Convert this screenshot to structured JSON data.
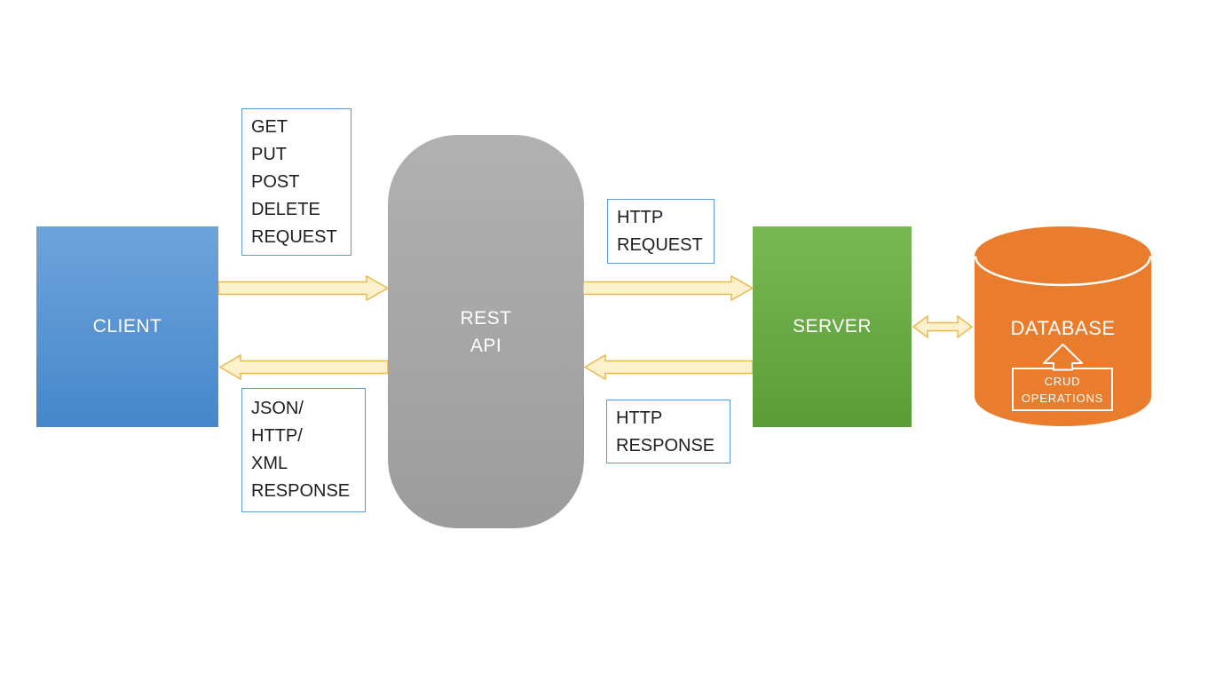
{
  "diagram": {
    "type": "rest-api-architecture-flow",
    "nodes": {
      "client": {
        "label": "CLIENT",
        "shape": "rectangle",
        "fill_top": "#6FA3DB",
        "fill_bottom": "#4587CB"
      },
      "rest_api": {
        "lines": [
          "REST",
          "API"
        ],
        "shape": "rounded-rectangle",
        "fill_top": "#B1B1B1",
        "fill_bottom": "#9C9C9C"
      },
      "server": {
        "label": "SERVER",
        "shape": "rectangle",
        "fill_top": "#79B854",
        "fill_bottom": "#5C9C38"
      },
      "database": {
        "label": "DATABASE",
        "shape": "cylinder",
        "fill": "#E97D2D",
        "crud_box": {
          "lines": [
            "CRUD",
            "OPERATIONS"
          ]
        }
      }
    },
    "annotations": {
      "request_methods": {
        "lines": [
          "GET",
          "PUT",
          "POST",
          "DELETE",
          "REQUEST"
        ]
      },
      "http_request": {
        "lines": [
          "HTTP",
          "REQUEST"
        ]
      },
      "response_formats": {
        "lines": [
          "JSON/",
          "HTTP/",
          "XML",
          "RESPONSE"
        ]
      },
      "http_response": {
        "lines": [
          "HTTP",
          "RESPONSE"
        ]
      }
    },
    "connections": [
      {
        "from": "client",
        "to": "rest_api",
        "direction": "right",
        "label": "GET PUT POST DELETE REQUEST"
      },
      {
        "from": "rest_api",
        "to": "server",
        "direction": "right",
        "label": "HTTP REQUEST"
      },
      {
        "from": "server",
        "to": "rest_api",
        "direction": "left",
        "label": "HTTP RESPONSE"
      },
      {
        "from": "rest_api",
        "to": "client",
        "direction": "left",
        "label": "JSON/ HTTP/ XML RESPONSE"
      },
      {
        "from": "server",
        "to": "database",
        "direction": "both",
        "label": "CRUD OPERATIONS"
      }
    ],
    "colors": {
      "arrow_fill": "#FBF1CD",
      "arrow_stroke": "#E9B94E",
      "annotation_border": "#5B9BD5",
      "annotation_text": "#1E1E1E",
      "node_text": "#FFFFFF",
      "database_orange": "#E97D2D",
      "background": "#FFFFFF"
    }
  }
}
